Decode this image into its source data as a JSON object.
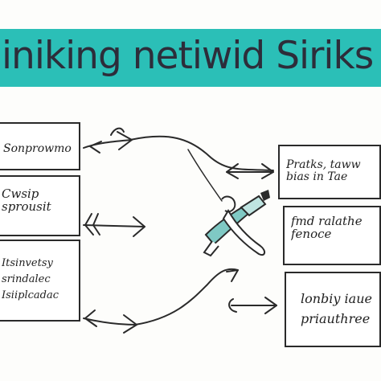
{
  "banner": {
    "title": "iniking netiwid Siriks",
    "color": "#2bbfb7"
  },
  "left_boxes": [
    {
      "text": "Sonprowmo"
    },
    {
      "text": "Cwsip\nsprousit"
    },
    {
      "text": "Itsinvetsy\nsrindalec\nIsiiplcadac"
    }
  ],
  "right_boxes": [
    {
      "text": "Pratks, taww\nbias in Tae"
    },
    {
      "text": "fmd ralathe\nfenoce"
    },
    {
      "text": "lonbiy iaue\npriauthree"
    }
  ],
  "center_icon": {
    "name": "wrench-and-screwdriver-icon",
    "color": "#7fc9c4"
  },
  "colors": {
    "ink": "#2a2a2a",
    "accent": "#2bbfb7"
  }
}
